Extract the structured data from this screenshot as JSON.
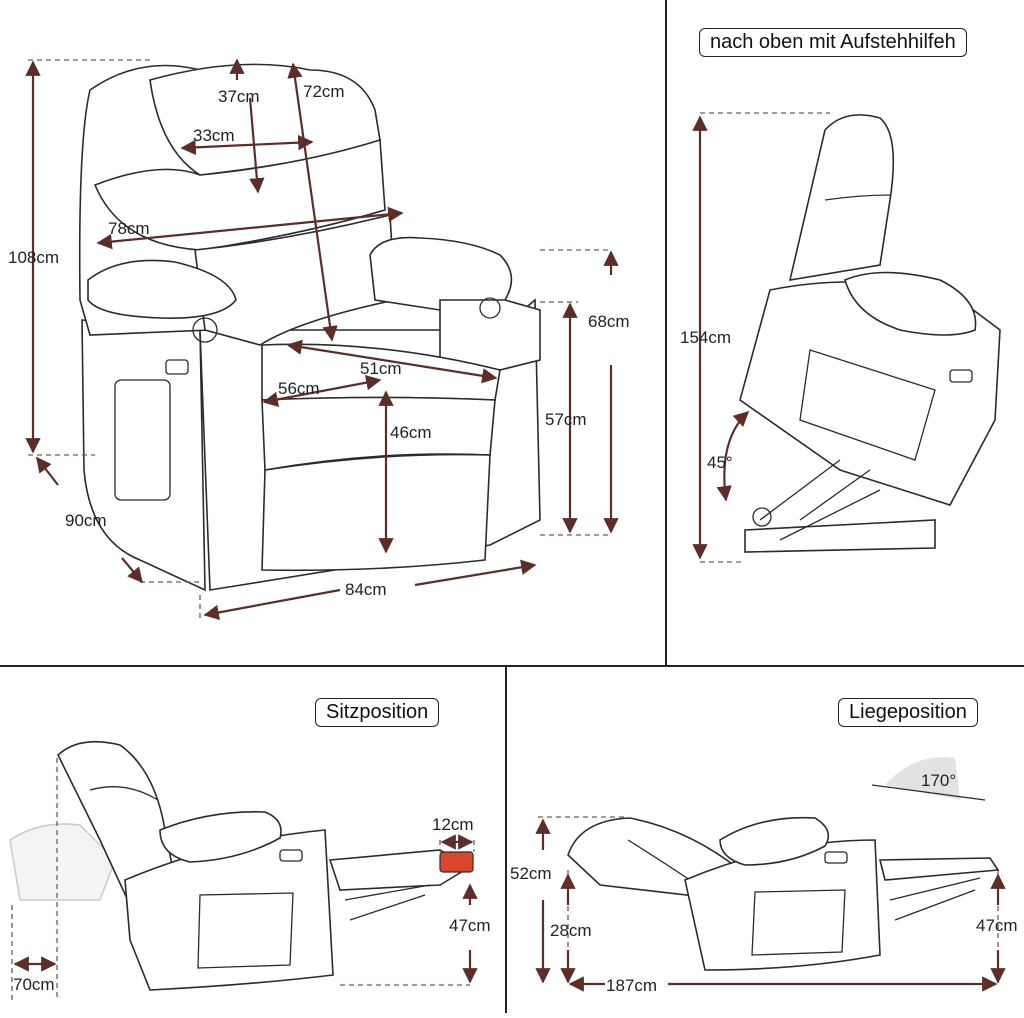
{
  "panels": {
    "front": {
      "dims": {
        "width_back": "37cm",
        "height_back": "72cm",
        "inner_back": "33cm",
        "width_total": "78cm",
        "height_total": "108cm",
        "seat_depth": "51cm",
        "seat_width": "56cm",
        "seat_height": "46cm",
        "armrest_height": "68cm",
        "arm_to_floor": "57cm",
        "depth": "90cm",
        "width": "84cm"
      }
    },
    "lift": {
      "title": "nach oben mit Aufstehhilfeh",
      "dims": {
        "height": "154cm",
        "angle": "45°"
      }
    },
    "sit": {
      "title": "Sitzposition",
      "dims": {
        "footrest": "12cm",
        "footrest_height": "47cm",
        "back_clearance": "70cm"
      }
    },
    "lie": {
      "title": "Liegeposition",
      "dims": {
        "angle": "170°",
        "height": "52cm",
        "seat_low": "28cm",
        "footrest_height": "47cm",
        "length": "187cm"
      }
    }
  },
  "colors": {
    "arrow": "#5b2e2a",
    "footrest_highlight": "#d9472b",
    "line": "#2b2b2b"
  }
}
